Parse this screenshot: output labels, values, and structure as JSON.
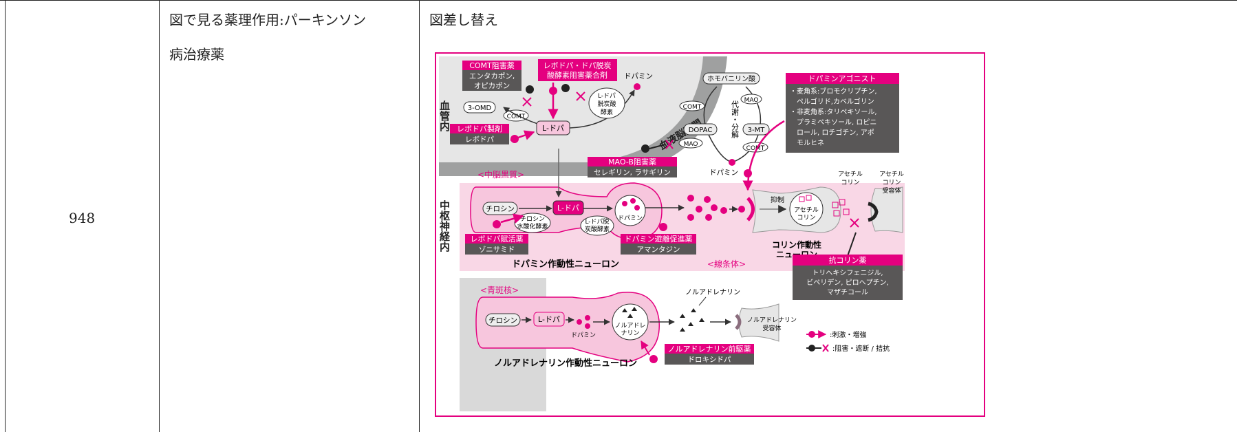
{
  "table": {
    "row_number": "948",
    "title": "図で見る薬理作用:パーキンソン病治療薬",
    "title_line1": "図で見る薬理作用:パーキンソン",
    "title_line2": "病治療薬",
    "action": "図差し替え"
  },
  "figure": {
    "vessel_label": "血管内",
    "bbb_label": "血液脳関門",
    "cns_label": "中枢神経内",
    "comt_inhibitor": {
      "title": "COMT阻害薬",
      "drugs": [
        "エンタカポン,",
        "オピカポン"
      ]
    },
    "levodopa_ddci": {
      "title_lines": [
        "レボドパ・ドパ脱炭",
        "酸酵素阻害薬合剤"
      ]
    },
    "levodopa_prep": {
      "title": "レボドパ製剤",
      "drug": "レボドパ"
    },
    "omd": "3-OMD",
    "comt": "COMT",
    "ldopa": "L-ドパ",
    "dopamine": "ドパミン",
    "ddc_vessel": [
      "L-ドパ",
      "脱炭酸",
      "酵素"
    ],
    "homovanillic": "ホモバニリン酸",
    "mao": "MAO",
    "dopac": "DOPAC",
    "three_mt": "3-MT",
    "metabolism": "代謝・分解",
    "maob_inhibitor": {
      "title": "MAO-B阻害薬",
      "drugs": "セレギリン, ラサギリン"
    },
    "agonist": {
      "title": "ドパミンアゴニスト",
      "lines": [
        "・麦角系:ブロモクリプチン,",
        "　ペルゴリド,カベルゴリン",
        "・非麦角系:タリペキソール,",
        "　プラミペキソール, ロピニ",
        "　ロール, ロチゴチン, アポ",
        "　モルヒネ"
      ]
    },
    "substantia_nigra": "<中脳黒質>",
    "tyrosine": "チロシン",
    "th_enzyme": [
      "チロシン",
      "水酸化酵素"
    ],
    "ddc_enzyme": [
      "L-ドパ脱",
      "炭酸酵素"
    ],
    "levodopa_activator": {
      "title": "レボドパ賦活薬",
      "drug": "ゾニサミド"
    },
    "dopamine_releaser": {
      "title": "ドパミン遊離促進薬",
      "drug": "アマンタジン"
    },
    "dopaminergic_neuron": "ドパミン作動性ニューロン",
    "striatum": "<線条体>",
    "inhibition": "抑制",
    "acetylcholine": [
      "アセチル",
      "コリン"
    ],
    "ach_receptor": [
      "アセチル",
      "コリン",
      "受容体"
    ],
    "cholinergic_neuron": [
      "コリン作動性",
      "ニューロン"
    ],
    "anticholinergic": {
      "title": "抗コリン薬",
      "drugs": [
        "トリヘキシフェニジル,",
        "ビペリデン, ピロヘプチン,",
        "マザチコール"
      ]
    },
    "locus_coeruleus": "<青斑核>",
    "noradrenaline": "ノルアドレナリン",
    "noradrenaline_cell": [
      "ノルアドレ",
      "ナリン"
    ],
    "na_receptor": [
      "ノルアドレナリン",
      "受容体"
    ],
    "na_precursor": {
      "title": "ノルアドレナリン前駆薬",
      "drug": "ドロキシドパ"
    },
    "noradrenergic_neuron": "ノルアドレナリン作動性ニューロン",
    "legend_stim": ":刺激・増強",
    "legend_block": ":阻害・遮断 / 拮抗"
  },
  "colors": {
    "magenta": "#e4007f",
    "dark_gray": "#595757",
    "pink_bg": "#f9d7e6",
    "gray_bg": "#d9d9d9"
  }
}
